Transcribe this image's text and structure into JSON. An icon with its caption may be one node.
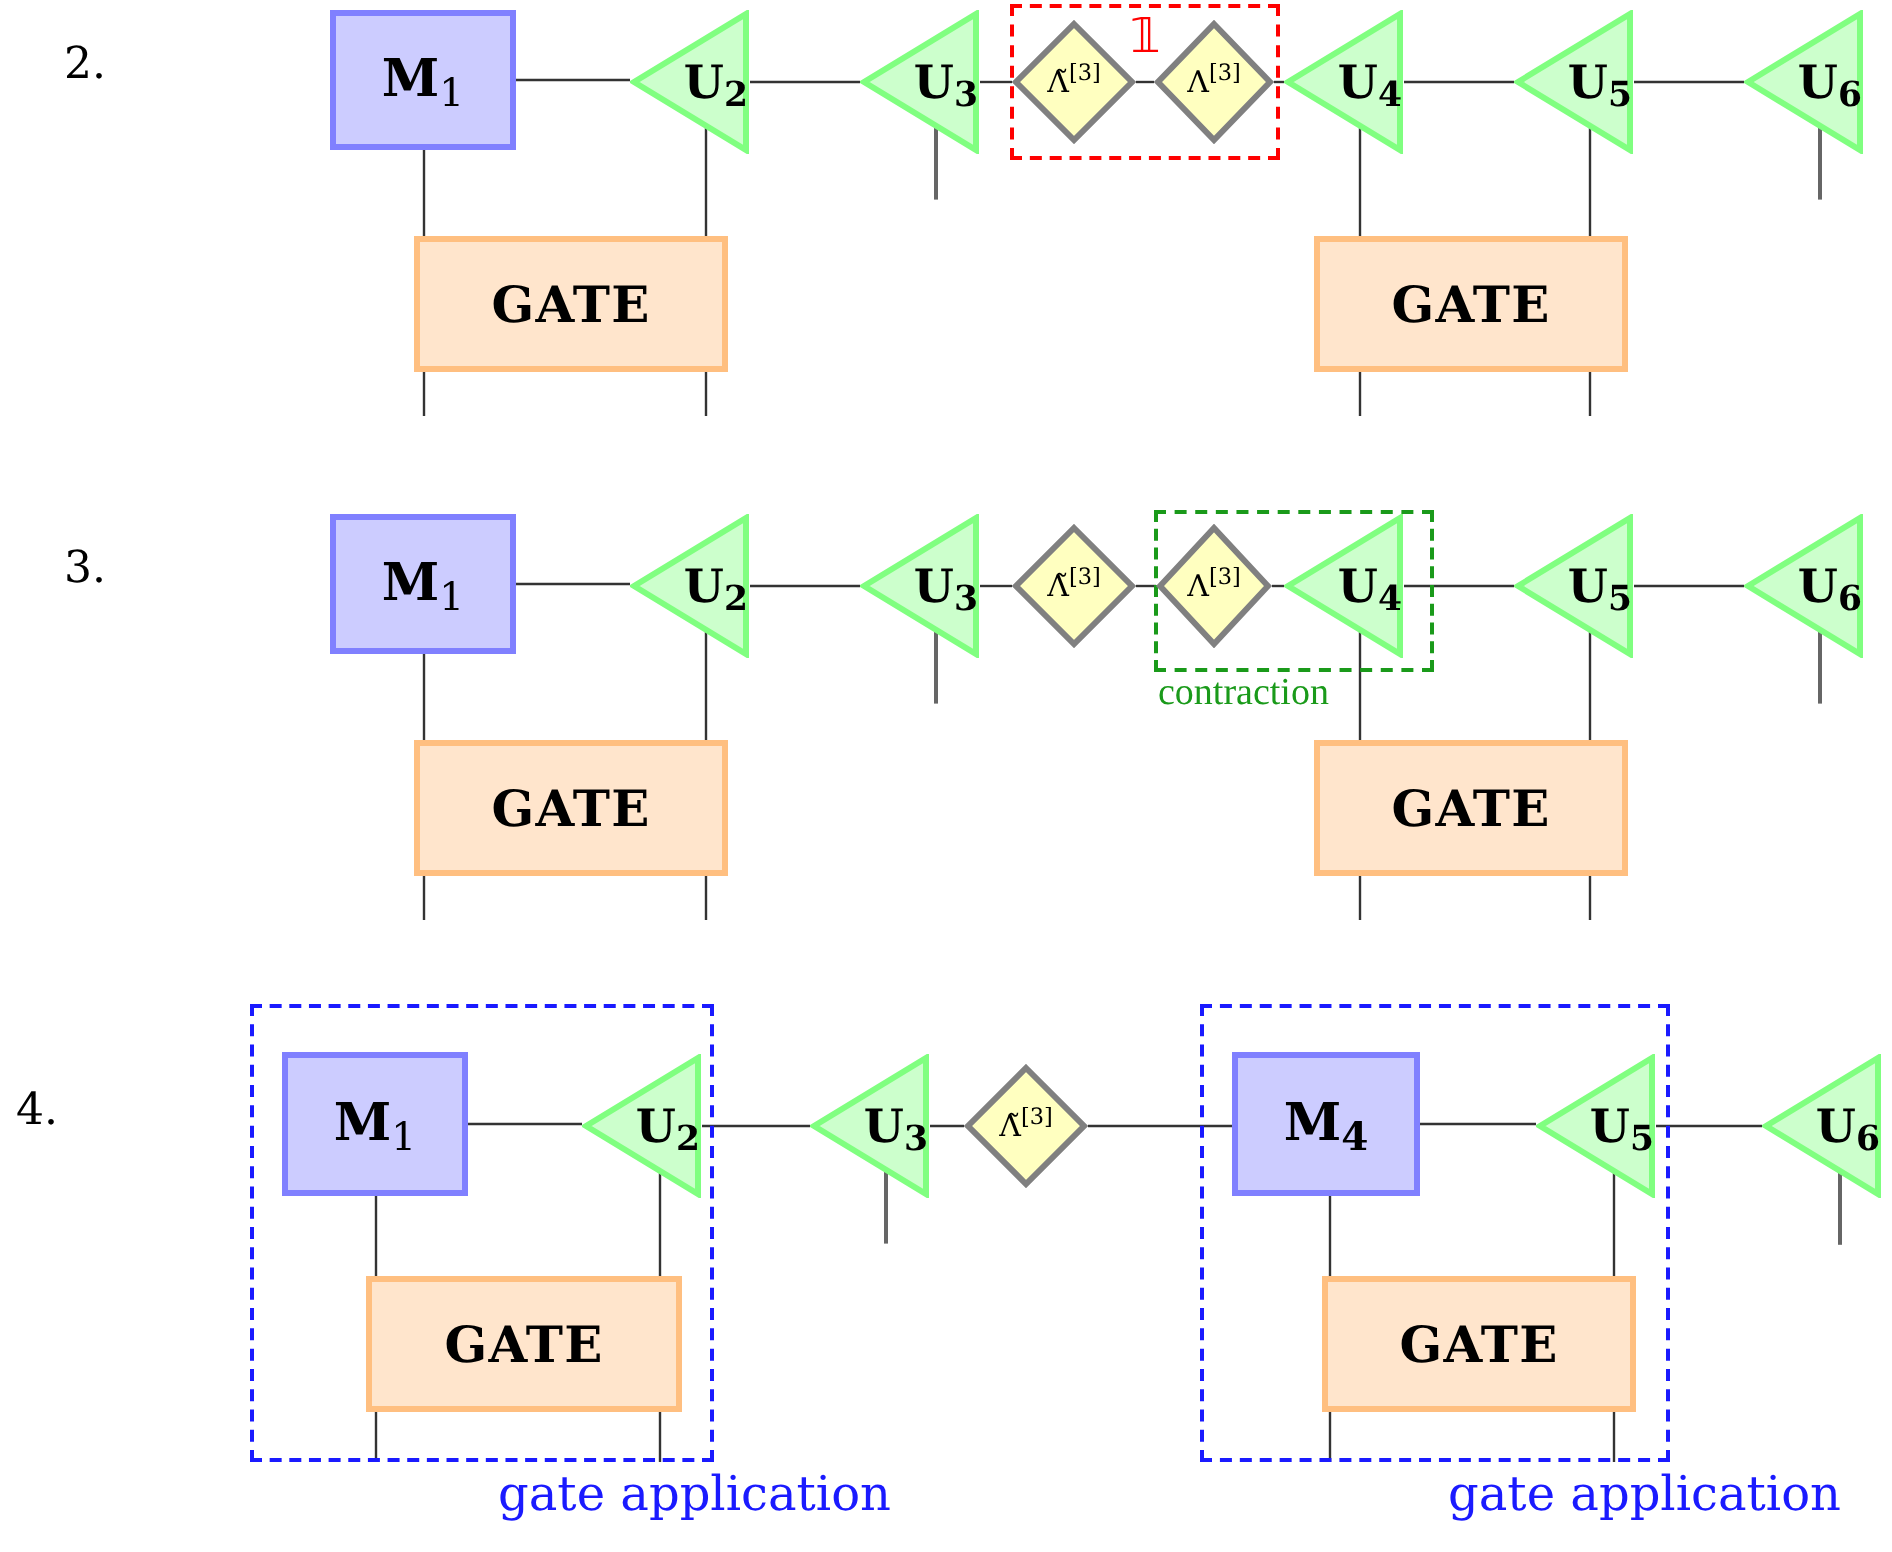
{
  "diagram": {
    "nodes": [
      {
        "text": [
          "**M**$_{1}$"
        ]
      },
      {
        "text": [
          "U$_{2}$"
        ]
      },
      {
        "text": [
          "U$_{3}$"
        ]
      },
      {
        "text": [
          "𝟙"
        ]
      },
      {
        "text": [
          "Λ̃$^{[3]}$"
        ],
        "in": 3
      },
      {
        "text": [
          "Λ$^{[3]}$"
        ],
        "in": 3
      },
      {
        "text": [
          "U$_{4}$"
        ]
      },
      {
        "text": [
          "U$_{5}$"
        ]
      },
      {
        "text": [
          "U$_{6}$"
        ]
      },
      {
        "text": [
          "GATE"
        ]
      },
      {
        "text": [
          "GATE"
        ]
      },
      {
        "text": [
          "**M**$_{1}$"
        ]
      },
      {
        "text": [
          "U$_{2}$"
        ]
      },
      {
        "text": [
          "U$_{3}$"
        ]
      },
      {
        "text": [
          "Λ̃$^{[3]}$"
        ]
      },
      {
        "text": [
          "contraction"
        ]
      },
      {
        "text": [
          "Λ$^{[3]}$"
        ],
        "in": 15
      },
      {
        "text": [
          "U$_{4}$"
        ],
        "in": 15
      },
      {
        "text": [
          "U$_{5}$"
        ]
      },
      {
        "text": [
          "U$_{6}$"
        ]
      },
      {
        "text": [
          "GATE"
        ]
      },
      {
        "text": [
          "GATE"
        ]
      },
      {
        "text": [
          "gate application"
        ]
      },
      {
        "text": [
          "**M**$_{1}$"
        ],
        "in": 22
      },
      {
        "text": [
          "U$_{2}$"
        ],
        "in": 22
      },
      {
        "text": [
          "GATE"
        ],
        "in": 22
      },
      {
        "text": [
          "U$_{3}$"
        ]
      },
      {
        "text": [
          "Λ̃$^{[3]}$"
        ]
      },
      {
        "text": [
          "gate application"
        ]
      },
      {
        "text": [
          "M$_{4}$"
        ],
        "in": 28
      },
      {
        "text": [
          "U$_{5}$"
        ],
        "in": 28
      },
      {
        "text": [
          "GATE"
        ],
        "in": 28
      },
      {
        "text": [
          "U$_{6}$"
        ]
      }
    ],
    "edges": [
      {
        "from": 0,
        "to": 1,
        "arrow": "none"
      },
      {
        "from": 1,
        "to": 2,
        "arrow": "none"
      },
      {
        "from": 2,
        "to": 4,
        "arrow": "none"
      },
      {
        "from": 4,
        "to": 5,
        "arrow": "none"
      },
      {
        "from": 5,
        "to": 6,
        "arrow": "none"
      },
      {
        "from": 6,
        "to": 7,
        "arrow": "none"
      },
      {
        "from": 7,
        "to": 8,
        "arrow": "none"
      },
      {
        "from": 0,
        "to": 9,
        "arrow": "none"
      },
      {
        "from": 1,
        "to": 9,
        "arrow": "none"
      },
      {
        "from": 6,
        "to": 10,
        "arrow": "none"
      },
      {
        "from": 7,
        "to": 10,
        "arrow": "none"
      },
      {
        "from": 2,
        "to": null,
        "arrow": "none"
      },
      {
        "from": 8,
        "to": null,
        "arrow": "none"
      },
      {
        "from": 9,
        "to": null,
        "arrow": "none"
      },
      {
        "from": 9,
        "to": null,
        "arrow": "none"
      },
      {
        "from": 10,
        "to": null,
        "arrow": "none"
      },
      {
        "from": 10,
        "to": null,
        "arrow": "none"
      },
      {
        "from": 11,
        "to": 12,
        "arrow": "none"
      },
      {
        "from": 12,
        "to": 13,
        "arrow": "none"
      },
      {
        "from": 13,
        "to": 14,
        "arrow": "none"
      },
      {
        "from": 14,
        "to": 16,
        "arrow": "none"
      },
      {
        "from": 16,
        "to": 17,
        "arrow": "none"
      },
      {
        "from": 17,
        "to": 18,
        "arrow": "none"
      },
      {
        "from": 18,
        "to": 19,
        "arrow": "none"
      },
      {
        "from": 11,
        "to": 20,
        "arrow": "none"
      },
      {
        "from": 12,
        "to": 20,
        "arrow": "none"
      },
      {
        "from": 17,
        "to": 21,
        "arrow": "none"
      },
      {
        "from": 18,
        "to": 21,
        "arrow": "none"
      },
      {
        "from": 13,
        "to": null,
        "arrow": "none"
      },
      {
        "from": 19,
        "to": null,
        "arrow": "none"
      },
      {
        "from": 20,
        "to": null,
        "arrow": "none"
      },
      {
        "from": 20,
        "to": null,
        "arrow": "none"
      },
      {
        "from": 21,
        "to": null,
        "arrow": "none"
      },
      {
        "from": 21,
        "to": null,
        "arrow": "none"
      },
      {
        "from": 23,
        "to": 24,
        "arrow": "none"
      },
      {
        "from": 24,
        "to": 26,
        "arrow": "none"
      },
      {
        "from": 26,
        "to": 27,
        "arrow": "none"
      },
      {
        "from": 27,
        "to": 29,
        "arrow": "none"
      },
      {
        "from": 29,
        "to": 30,
        "arrow": "none"
      },
      {
        "from": 30,
        "to": 32,
        "arrow": "none"
      },
      {
        "from": 23,
        "to": 25,
        "arrow": "none"
      },
      {
        "from": 24,
        "to": 25,
        "arrow": "none"
      },
      {
        "from": 29,
        "to": 31,
        "arrow": "none"
      },
      {
        "from": 30,
        "to": 31,
        "arrow": "none"
      },
      {
        "from": 26,
        "to": null,
        "arrow": "none"
      },
      {
        "from": 32,
        "to": null,
        "arrow": "none"
      },
      {
        "from": 25,
        "to": null,
        "arrow": "none"
      },
      {
        "from": 25,
        "to": null,
        "arrow": "none"
      },
      {
        "from": 31,
        "to": null,
        "arrow": "none"
      },
      {
        "from": 31,
        "to": null,
        "arrow": "none"
      }
    ],
    "labels": [
      "2.",
      "3.",
      "4."
    ]
  }
}
